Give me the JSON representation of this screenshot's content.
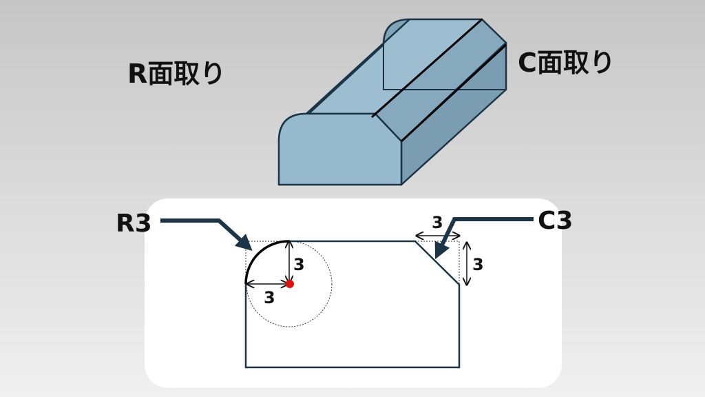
{
  "titles": {
    "r_chamfer": "R面取り",
    "c_chamfer": "C面取り"
  },
  "callouts": {
    "r": "R3",
    "c": "C3"
  },
  "dimensions": {
    "r_vertical": "3",
    "r_horizontal": "3",
    "c_horizontal": "3",
    "c_vertical": "3"
  },
  "colors": {
    "block_fill": "#8fb3c8",
    "outline": "#1b3546",
    "center_dot": "#e01010"
  }
}
